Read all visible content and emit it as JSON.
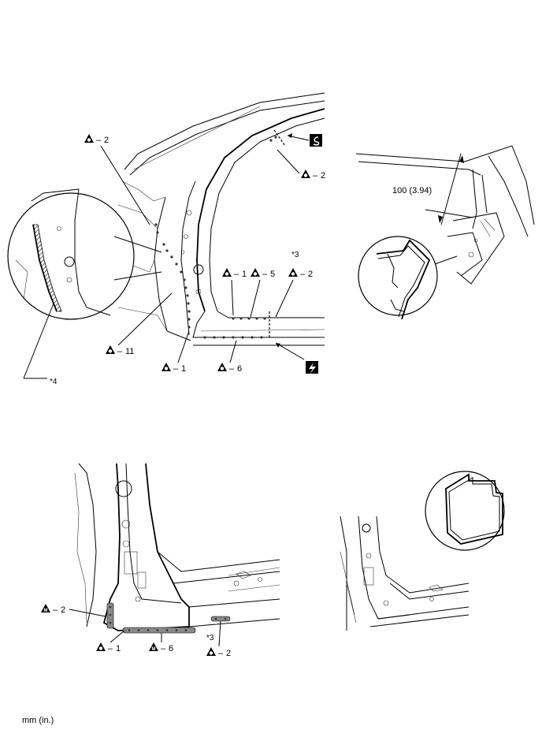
{
  "labels": {
    "a_top_left": "2",
    "a_top_right": "2",
    "a_row_1": "1",
    "a_row_5": "5",
    "a_row_2": "2",
    "a_11": "11",
    "a_bottom_1": "1",
    "a_bottom_6": "6",
    "note_3_top": "*3",
    "note_4": "*4",
    "dimension": "100 (3.94)",
    "b_m2": "2",
    "b_1": "1",
    "b_m6": "6",
    "b_2": "2",
    "note_3_bottom": "*3"
  },
  "symbols": {
    "spot_weld": "A",
    "mig_weld": "M",
    "cut_saw": "S",
    "cut_torch": "lightning"
  },
  "units": "mm (in.)"
}
